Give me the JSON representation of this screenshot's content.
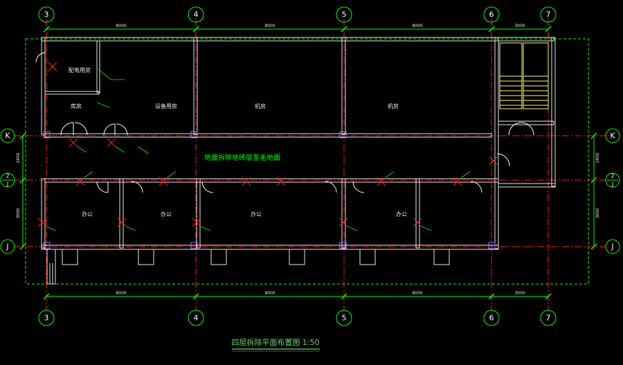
{
  "drawing": {
    "title": "四层拆除平面布置图 1:50",
    "corridor_note": "地面拆除地砖层至毛地面",
    "colors": {
      "background": "#000000",
      "wall": "#e8e8e8",
      "axis": "#ff1a1a",
      "dim": "#00ff00",
      "boundary": "#00ff00",
      "bubble": "#00ff00",
      "demolish": "#ff2020",
      "stair": "#ffff66",
      "door": "#ffffff"
    }
  },
  "axes": {
    "vertical": [
      "3",
      "4",
      "5",
      "6",
      "7"
    ],
    "horizontal": [
      "K",
      "J",
      "J"
    ],
    "horizontal_sub_label": "2"
  },
  "dimensions": {
    "top": [
      "8000",
      "8000",
      "8000",
      "3000"
    ],
    "bottom": [
      "8000",
      "8000",
      "8000",
      "3000"
    ],
    "side": [
      "2400",
      "3600"
    ]
  },
  "rooms": {
    "electrical": "配电用房",
    "warehouse": "库房",
    "equipment": "设备用房",
    "room_a": "机房",
    "room_b": "机房",
    "office_1": "办公",
    "office_2": "办公",
    "office_3": "办公",
    "office_4": "办公"
  }
}
